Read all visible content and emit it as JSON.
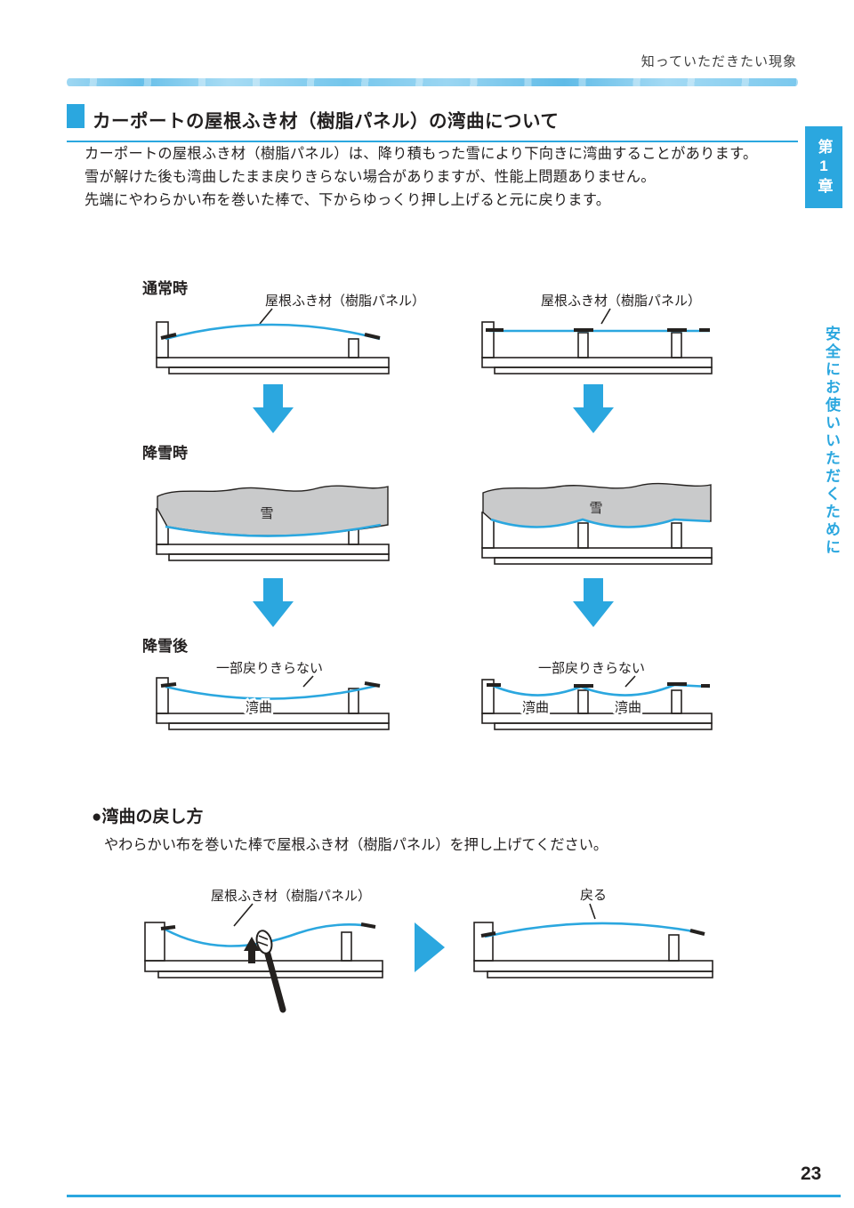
{
  "colors": {
    "accent_blue": "#2ba7df",
    "snow_gray": "#c9cacb",
    "line_black": "#24211f"
  },
  "page": {
    "running_head": "知っていただきたい現象",
    "page_number": "23"
  },
  "sidebar": {
    "chapter_tab": "第1章",
    "vertical_title": "安全にお使いいただくために"
  },
  "section": {
    "title": "カーポートの屋根ふき材（樹脂パネル）の湾曲について",
    "paragraphs": [
      "カーポートの屋根ふき材（樹脂パネル）は、降り積もった雪により下向きに湾曲することがあります。",
      "雪が解けた後も湾曲したまま戻りきらない場合がありますが、性能上問題ありません。",
      "先端にやわらかい布を巻いた棒で、下からゆっくり押し上げると元に戻ります。"
    ]
  },
  "diagrams": {
    "stage_normal": "通常時",
    "stage_snow": "降雪時",
    "stage_after": "降雪後",
    "panel_label": "屋根ふき材（樹脂パネル）",
    "snow_text": "雪",
    "not_return_label": "一部戻りきらない",
    "bend_label": "湾曲"
  },
  "fix": {
    "heading": "●湾曲の戻し方",
    "instruction": "やわらかい布を巻いた棒で屋根ふき材（樹脂パネル）を押し上げてください。",
    "panel_label": "屋根ふき材（樹脂パネル）",
    "restored_label": "戻る"
  }
}
